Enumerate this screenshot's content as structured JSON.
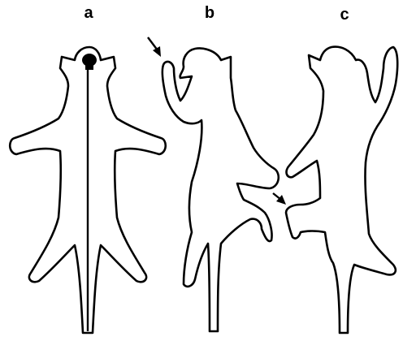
{
  "panels": [
    {
      "id": "a",
      "label": "a"
    },
    {
      "id": "b",
      "label": "b"
    },
    {
      "id": "c",
      "label": "c"
    }
  ],
  "colors": {
    "ink": "#000000",
    "background": "#ffffff"
  }
}
